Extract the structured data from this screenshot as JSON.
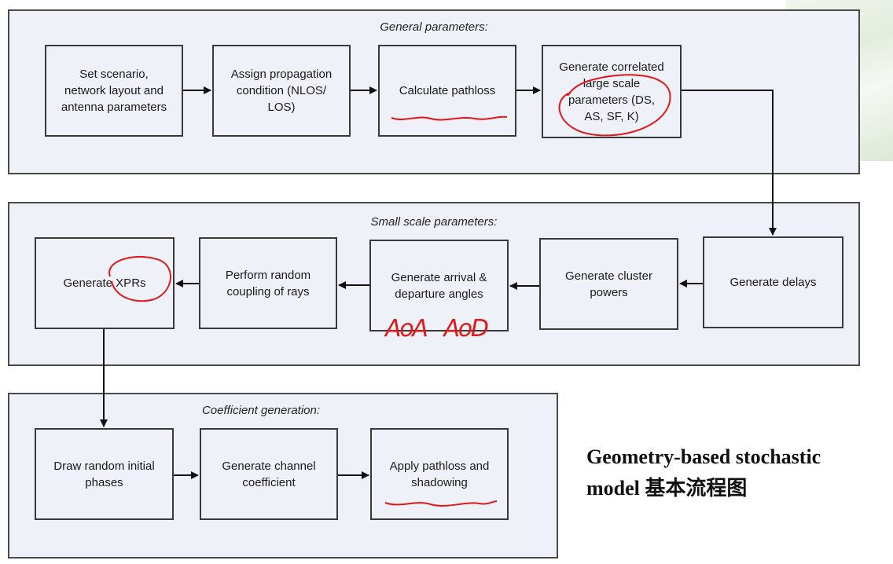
{
  "panels": {
    "general": {
      "title": "General parameters:",
      "steps": [
        "Set scenario,\nnetwork layout and\nantenna parameters",
        "Assign propagation\ncondition (NLOS/\nLOS)",
        "Calculate pathloss",
        "Generate correlated\nlarge scale\nparameters (DS,\nAS, SF, K)"
      ]
    },
    "small_scale": {
      "title": "Small scale parameters:",
      "steps": [
        "Generate XPRs",
        "Perform random\ncoupling of rays",
        "Generate arrival &\ndeparture angles",
        "Generate cluster\npowers",
        "Generate delays"
      ]
    },
    "coefficient": {
      "title": "Coefficient generation:",
      "steps": [
        "Draw random initial\nphases",
        "Generate channel\ncoefficient",
        "Apply pathloss and\nshadowing"
      ]
    }
  },
  "annotations": {
    "handwritten": "AoA   AoD",
    "ink_color": "#e01818"
  },
  "caption": "Geometry-based stochastic\nmodel 基本流程图",
  "colors": {
    "panel_fill": "#eef1f8",
    "border": "#3a3a3a"
  }
}
